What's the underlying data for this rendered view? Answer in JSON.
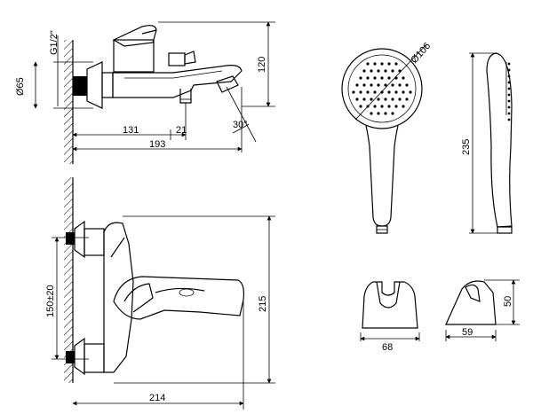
{
  "dimensions": {
    "top_view": {
      "thread": "G1/2\"",
      "diameter": "Ø65",
      "height": "120",
      "to_spout_outlet": "131",
      "outlet_offset": "21",
      "total_depth": "193",
      "spout_angle": "30°"
    },
    "front_view": {
      "center_distance": "150±20",
      "height": "215",
      "width": "214"
    },
    "hand_shower": {
      "head_diameter": "Ø106",
      "length": "235"
    },
    "holder": {
      "width": "68",
      "depth": "59",
      "height": "50"
    }
  }
}
